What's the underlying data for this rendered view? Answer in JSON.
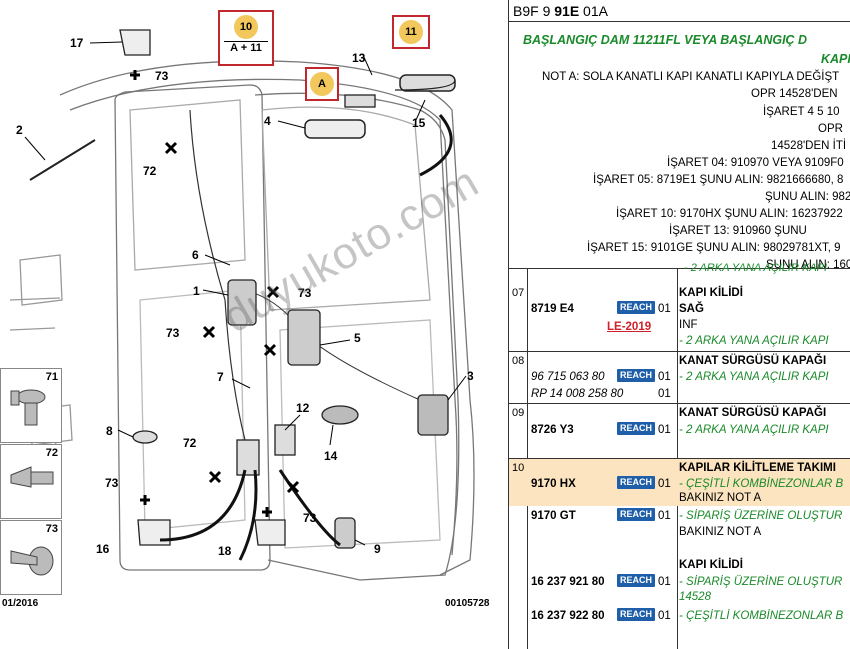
{
  "diagram": {
    "callouts": [
      "17",
      "73",
      "2",
      "72",
      "6",
      "1",
      "73",
      "73",
      "5",
      "7",
      "3",
      "8",
      "72",
      "12",
      "14",
      "73",
      "16",
      "73",
      "18",
      "9",
      "13",
      "4",
      "15"
    ],
    "ref_boxes": [
      {
        "badge": "10",
        "sub": "A + 11"
      },
      {
        "badge": "A",
        "sub": ""
      },
      {
        "badge": "11",
        "sub": ""
      }
    ],
    "legend": [
      "71",
      "72",
      "73"
    ],
    "date": "01/2016",
    "drawing_no": "00105728"
  },
  "header": {
    "ref_prefix": "B9F 9 ",
    "ref_bold": "91E",
    "ref_suffix": " 01A"
  },
  "notes": {
    "green_1": "BAŞLANGIÇ DAM 11211FL VEYA BAŞLANGIÇ D",
    "green_2": "KAPI",
    "lines": [
      "NOT A: SOLA KANATLI KAPI KANATLI KAPIYLA DEĞİŞT",
      "OPR 14528'DEN",
      "İŞARET 4 5 10",
      "OPR",
      "14528'DEN İTİ",
      "İŞARET 04: 910970 VEYA 9109F0",
      "İŞARET 05: 8719E1 ŞUNU ALIN: 9821666680, 8",
      "ŞUNU ALIN: 982",
      "İŞARET 10: 9170HX ŞUNU ALIN: 16237922",
      "İŞARET 13: 910960 ŞUNU",
      "İŞARET 15: 9101GE ŞUNU ALIN: 98029781XT, 9",
      "ŞUNU ALIN: 160"
    ],
    "cut_line": "- 2 ARKA YANA AÇILIR KAPI"
  },
  "rows": [
    {
      "idx": "07",
      "part": "8719 E4",
      "qty": "01",
      "title": "KAPI KİLİDİ",
      "lines": [
        "SAĞ",
        "INF",
        "- 2 ARKA YANA AÇILIR KAPI"
      ],
      "badge": "LE-2019"
    },
    {
      "idx": "08",
      "part": "96 715 063 80",
      "part2": "RP 14 008 258 80",
      "qty": "01",
      "qty2": "01",
      "title": "KANAT SÜRGÜSÜ KAPAĞI",
      "lines": [
        "- 2 ARKA YANA AÇILIR KAPI"
      ]
    },
    {
      "idx": "09",
      "part": "8726 Y3",
      "qty": "01",
      "title": "KANAT SÜRGÜSÜ KAPAĞI",
      "lines": [
        "- 2 ARKA YANA AÇILIR KAPI"
      ]
    },
    {
      "idx": "10",
      "part": "9170 HX",
      "qty": "01",
      "title": "KAPILAR KİLİTLEME TAKIMI",
      "lines": [
        "- ÇEŞİTLİ KOMBİNEZONLAR B",
        "BAKINIZ NOT A"
      ]
    },
    {
      "idx": "",
      "part": "9170 GT",
      "qty": "01",
      "title": "",
      "lines": [
        "- SİPARİŞ ÜZERİNE OLUŞTUR",
        "BAKINIZ NOT A"
      ]
    },
    {
      "idx": "",
      "part": "",
      "qty": "",
      "title": "KAPI KİLİDİ",
      "lines": []
    },
    {
      "idx": "",
      "part": "16 237 921 80",
      "qty": "01",
      "title": "",
      "lines": [
        "- SİPARİŞ ÜZERİNE OLUŞTUR",
        "14528"
      ]
    },
    {
      "idx": "",
      "part": "16 237 922 80",
      "qty": "01",
      "title": "",
      "lines": [
        "- ÇEŞİTLİ KOMBİNEZONLAR B"
      ]
    }
  ],
  "reach_label": "REACH",
  "watermark": "duyukoto.com",
  "colors": {
    "green": "#1a8a2a",
    "reach_blue": "#1f5ea8",
    "highlight": "#fbe4bf",
    "ref_red": "#c0282d",
    "badge_yellow": "#f2c75c"
  }
}
